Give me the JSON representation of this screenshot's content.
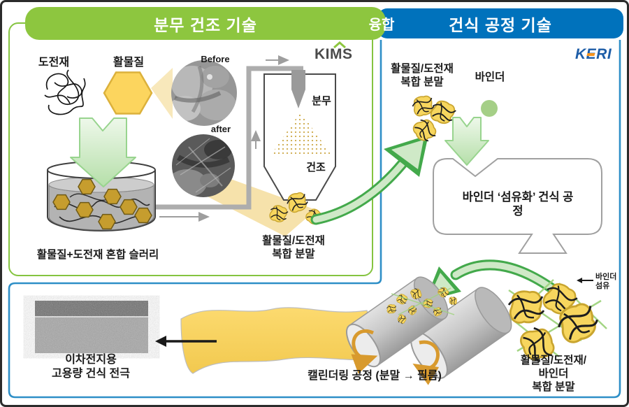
{
  "headers": {
    "left": "분무 건조 기술",
    "fusion": "융합",
    "right": "건식 공정 기술"
  },
  "logos": {
    "kims": "KIMS",
    "keri": "KERI"
  },
  "left_panel": {
    "conductive_label": "도전재",
    "active_label": "활물질",
    "before_label": "Before",
    "after_label": "after",
    "spray_label": "분무",
    "dry_label": "건조",
    "slurry_label": "활물질+도전재 혼합 슬러리",
    "composite_powder_label": "활물질/도전재\n복합 분말"
  },
  "right_panel": {
    "composite_powder_label": "활물질/도전재\n복합 분말",
    "binder_label": "바인더",
    "process_label": "바인더 ‘섬유화’ 건식 공정",
    "binder_fiber_label": "바인더\n섬유",
    "composite_powder3_label": "활물질/도전재/바인더\n복합 분말"
  },
  "bottom_panel": {
    "electrode_label": "이차전지용\n고용량 건식 전극",
    "calendering_label": "캘린더링 공정 (분말 → 필름)"
  },
  "colors": {
    "header_green": "#8dc63f",
    "header_blue": "#0072bc",
    "panel_green_border": "#85c440",
    "panel_blue_border": "#2e8fc7",
    "active_yellow": "#fcd55e",
    "slurry_hex_gold": "#c69d2e",
    "arrow_green": "#43a94b",
    "binder_green": "#a5cf87",
    "roller_arrow_orange": "#d89a2e",
    "film_yellow": "#fcd768"
  }
}
